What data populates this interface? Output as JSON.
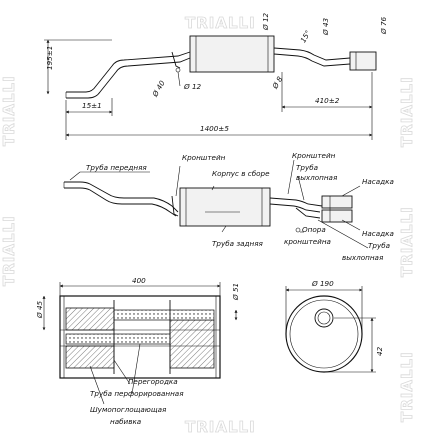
{
  "watermark": "TRIALLI",
  "dimensions": {
    "overall_length": "1400±5",
    "offset_right": "410±2",
    "offset_left": "15±1",
    "height_left": "195±1",
    "dia_43": "Ø 43",
    "dia_76": "Ø 76",
    "dia_12a": "Ø 12",
    "dia_12b": "Ø 12",
    "dia_8": "Ø 8",
    "dia_40": "Ø 40",
    "angle_15": "15°",
    "body_length": "400",
    "dia_45": "Ø 45",
    "dia_51": "Ø 51",
    "dia_190": "Ø 190",
    "dim_42": "42"
  },
  "labels": {
    "front_pipe": "Труба передняя",
    "bracket_top": "Кронштейн",
    "body_assembly_1": "Корпус в сборе",
    "bracket_right": "Кронштейн",
    "exhaust_pipe_top_1": "Труба",
    "exhaust_pipe_top_2": "выхлопная",
    "nozzle_top": "Насадка",
    "nozzle_bottom": "Насадка",
    "rear_pipe": "Труба задняя",
    "support_1": "Опора",
    "support_2": "кронштейна",
    "exhaust_pipe_bottom_1": "Труба",
    "exhaust_pipe_bottom_2": "выхлопная",
    "partition": "Перегородка",
    "perforated_pipe": "Труба перфорированная",
    "absorbing_1": "Шумопоглощающая",
    "absorbing_2": "набивка"
  }
}
